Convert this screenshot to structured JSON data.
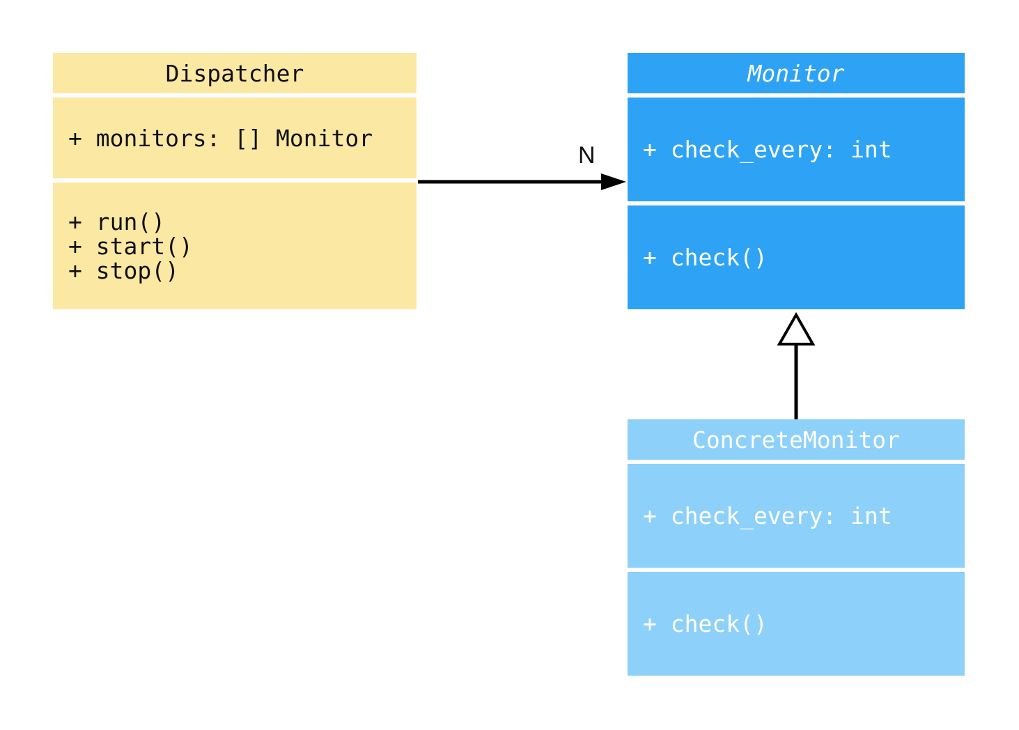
{
  "diagram": {
    "kind": "uml-class-diagram",
    "background_color": "#FFFFFF",
    "classes": [
      {
        "name": "Dispatcher",
        "abstract": false,
        "fill": "#FBE8A3",
        "text_color": "#111111",
        "attributes": [
          "+ monitors: [] Monitor"
        ],
        "methods": [
          "+ run()",
          "+ start()",
          "+ stop()"
        ]
      },
      {
        "name": "Monitor",
        "abstract": true,
        "fill": "#2EA3F6",
        "text_color": "#FFFFFF",
        "attributes": [
          "+ check_every: int"
        ],
        "methods": [
          "+ check()"
        ]
      },
      {
        "name": "ConcreteMonitor",
        "abstract": false,
        "fill": "#8DD0F9",
        "text_color": "#FFFFFF",
        "attributes": [
          "+ check_every: int"
        ],
        "methods": [
          "+ check()"
        ]
      }
    ],
    "relationships": [
      {
        "type": "association",
        "from": "Dispatcher",
        "to": "Monitor",
        "label": "N",
        "line_color": "#000000"
      },
      {
        "type": "inheritance",
        "from": "ConcreteMonitor",
        "to": "Monitor",
        "label": "",
        "line_color": "#000000"
      }
    ]
  }
}
